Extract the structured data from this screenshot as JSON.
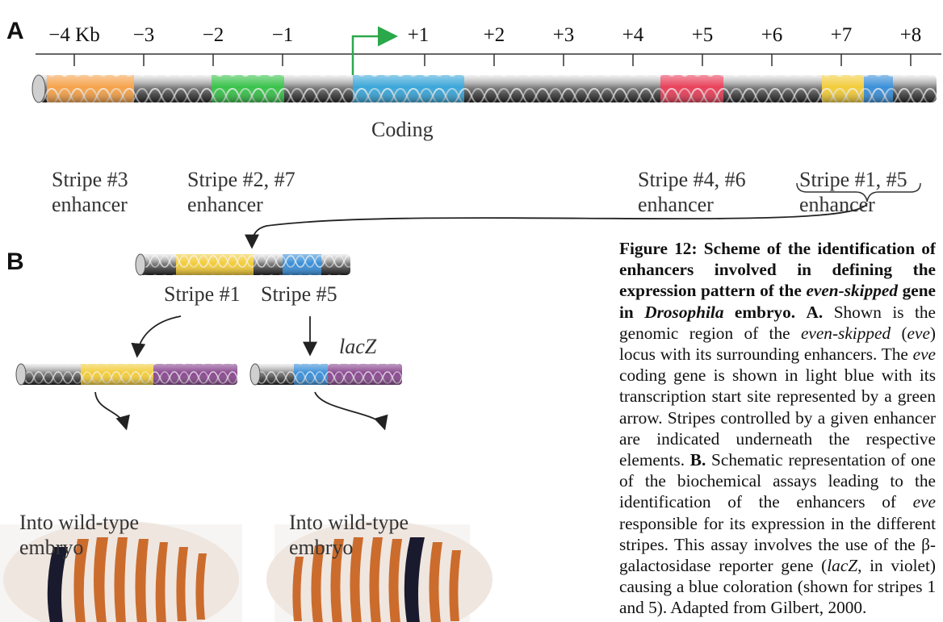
{
  "panel_a": {
    "letter": "A",
    "ticks": [
      "−4 Kb",
      "−3",
      "−2",
      "−1",
      "+1",
      "+2",
      "+3",
      "+4",
      "+5",
      "+6",
      "+7",
      "+8"
    ],
    "labels": {
      "stripe3_l1": "Stripe #3",
      "stripe3_l2": "enhancer",
      "stripe27_l1": "Stripe #2, #7",
      "stripe27_l2": "enhancer",
      "coding": "Coding",
      "stripe46_l1": "Stripe #4, #6",
      "stripe46_l2": "enhancer",
      "stripe15_l1": "Stripe #1, #5",
      "stripe15_l2": "enhancer"
    },
    "colors": {
      "stripe3": "#f5a24a",
      "stripe27": "#38c24a",
      "coding": "#3aa6d8",
      "stripe46": "#e8405a",
      "stripe1": "#f2cc3a",
      "stripe5": "#3a8fd8",
      "arrow": "#2aa84a"
    }
  },
  "panel_b": {
    "letter": "B",
    "stripe1_label": "Stripe #1",
    "stripe5_label": "Stripe #5",
    "lacz_label": "lacZ",
    "left_into_l1": "Into wild-type",
    "left_into_l2": "embryo",
    "right_into_l1": "Into wild-type",
    "right_into_l2": "embryo",
    "colors": {
      "lacz": "#8a4a90",
      "embryo_stripe": "#c8621e",
      "blue_stripe": "#1a1a2e"
    }
  },
  "caption": {
    "title_part1": "Figure 12: Scheme of the identification of enhancers involved in defining the expression pattern of the ",
    "title_gene": "even-skipped",
    "title_part2": " gene in ",
    "title_species": "Drosophila",
    "title_part3": " embryo.",
    "a_label": "A.",
    "a_text1": " Shown is the genomic region of the ",
    "a_gene": "even-skipped",
    "a_text2": " (",
    "a_abbr": "eve",
    "a_text3": ") locus with its surrounding enhancers. The ",
    "a_abbr2": "eve",
    "a_text4": " coding gene is shown in light blue with its transcription start site represented by a green arrow. Stripes controlled by a given enhancer are indicated underneath the respective elements.",
    "b_label": "B.",
    "b_text1": " Schematic representation of one of the biochemical assays leading to the identification of the enhancers of ",
    "b_abbr": "eve",
    "b_text2": " responsible for its expression in the different stripes. This assay involves the use of the β-galactosidase reporter gene (",
    "b_lacz": "lacZ",
    "b_text3": ", in violet) causing a blue coloration (shown for stripes 1 and 5). Adapted from Gilbert, 2000."
  }
}
